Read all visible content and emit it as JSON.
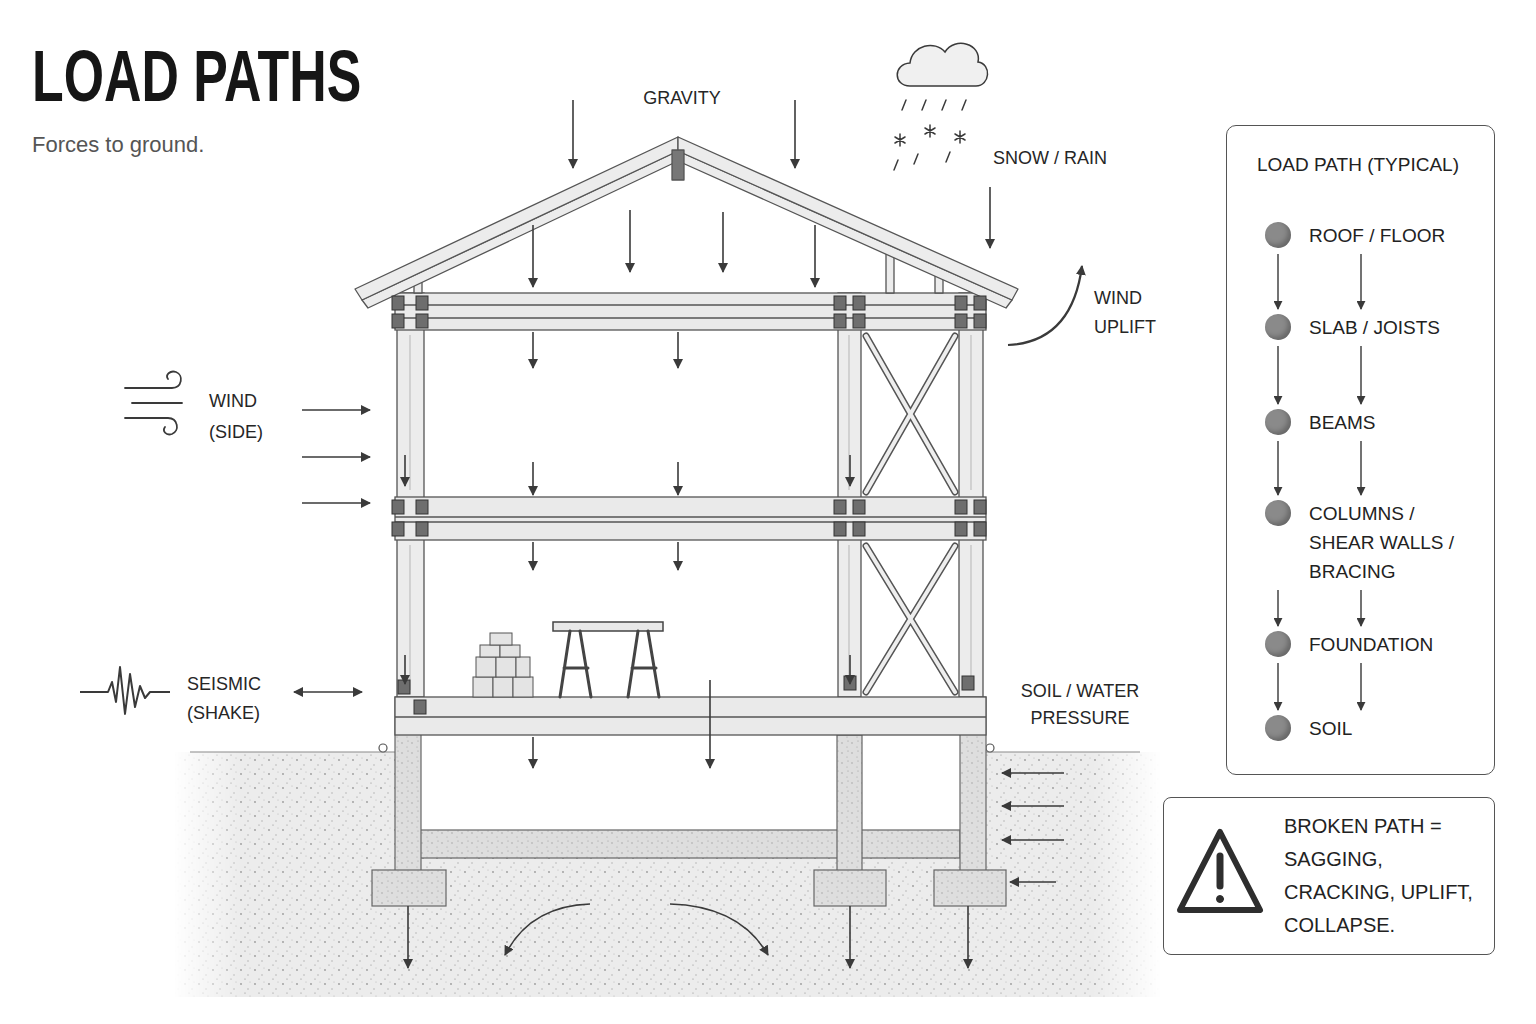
{
  "diagram": {
    "title": "LOAD PATHS",
    "nodes": [
      {
        "text": [
          "LOAD PATH (TYPICAL)"
        ]
      },
      {
        "text": [
          "ROOF / FLOOR"
        ],
        "in": 0
      },
      {
        "text": [
          "SLAB / JOISTS"
        ],
        "in": 0
      },
      {
        "text": [
          "BEAMS"
        ],
        "in": 0
      },
      {
        "text": [
          "COLUMNS / SHEAR WALLS / BRACING"
        ],
        "in": 0
      },
      {
        "text": [
          "FOUNDATION"
        ],
        "in": 0
      },
      {
        "text": [
          "SOIL"
        ],
        "in": 0
      },
      {
        "text": [
          "BROKEN PATH = SAGGING, CRACKING, UPLIFT, COLLAPSE."
        ]
      }
    ],
    "edges": [
      {
        "from": 1,
        "to": 2,
        "arrow": "to"
      },
      {
        "from": 2,
        "to": 3,
        "arrow": "to"
      },
      {
        "from": 3,
        "to": 4,
        "arrow": "to"
      },
      {
        "from": 4,
        "to": 5,
        "arrow": "to"
      },
      {
        "from": 5,
        "to": 6,
        "arrow": "to"
      }
    ],
    "labels": [
      "Forces to ground.",
      "GRAVITY",
      "SNOW / RAIN",
      "WIND UPLIFT",
      "WIND (SIDE)",
      "SEISMIC (SHAKE)",
      "SOIL / WATER PRESSURE"
    ]
  }
}
